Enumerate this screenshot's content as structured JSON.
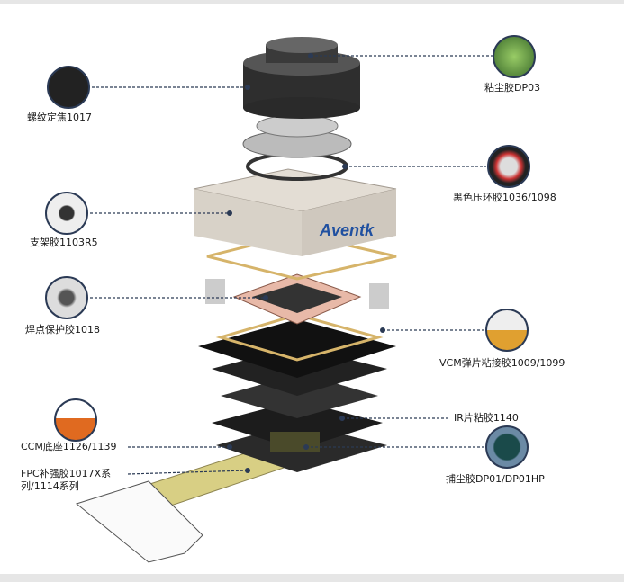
{
  "brand_logo": "Aventk",
  "callouts": [
    {
      "id": "lens",
      "label": "螺纹定焦1017"
    },
    {
      "id": "dust-top",
      "label": "粘尘胶DP03"
    },
    {
      "id": "press-ring",
      "label": "黑色压环胶1036/1098"
    },
    {
      "id": "holder",
      "label": "支架胶1103R5"
    },
    {
      "id": "solder",
      "label": "焊点保护胶1018"
    },
    {
      "id": "vcm-spring",
      "label": "VCM弹片粘接胶1009/1099"
    },
    {
      "id": "ir",
      "label": "IR片粘胶1140"
    },
    {
      "id": "ccm-base",
      "label": "CCM底座1126/1139"
    },
    {
      "id": "dust-bottom",
      "label": "捕尘胶DP01/DP01HP"
    },
    {
      "id": "fpc",
      "label": "FPC补强胶1017X系",
      "label2": "列/1114系列"
    }
  ],
  "colors": {
    "leader": "#2b3a55",
    "icon_border": "#2b3a55",
    "fpc": "#d8cf84"
  }
}
